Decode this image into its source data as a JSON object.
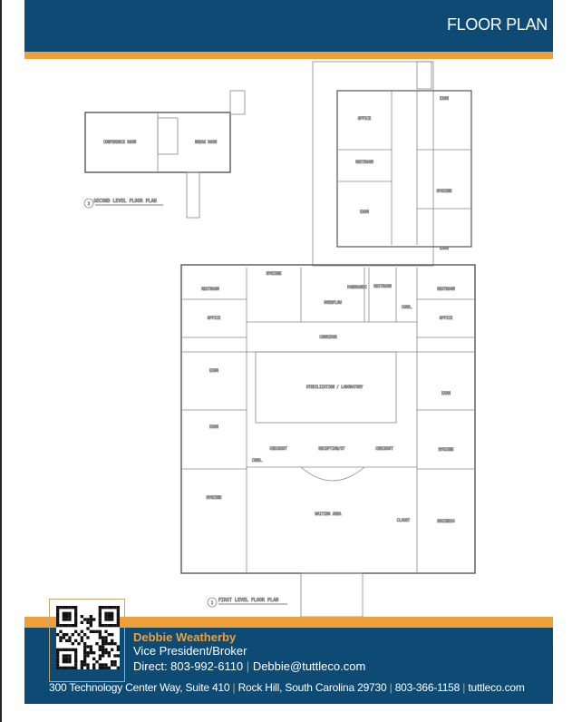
{
  "header": {
    "title": "FLOOR PLAN"
  },
  "plan": {
    "second_level_title": "SECOND LEVEL FLOOR PLAN",
    "first_level_title": "FIRST LEVEL FLOOR PLAN",
    "second_level_number": "2",
    "first_level_number": "1",
    "rooms": {
      "conference": "CONFERENCE ROOM",
      "break": "BREAK ROOM",
      "office": "OFFICE",
      "restroom": "RESTROOM",
      "exam": "EXAM",
      "hygiene": "HYGIENE",
      "overflow": "OVERFLOW",
      "panoramic": "PANORAMIC",
      "corr": "CORR.",
      "corridor": "CORRIDOR",
      "sterilization": "STERILIZATION / LABORATORY",
      "checkout": "CHECKOUT",
      "reception": "RECEPTION/ST",
      "waiting": "WAITING AREA",
      "business": "BUSINESS",
      "closet": "CLOSET"
    }
  },
  "contact": {
    "name": "Debbie Weatherby",
    "title": "Vice President/Broker",
    "direct": "Direct: 803-992-6110",
    "email": "Debbie@tuttleco.com",
    "address": "300 Technology Center Way, Suite 410",
    "city": "Rock Hill, South Carolina 29730",
    "phone": "803-366-1158",
    "website": "tuttleco.com"
  },
  "colors": {
    "brand_blue": "#0d4a74",
    "accent_orange": "#f0a03a"
  }
}
